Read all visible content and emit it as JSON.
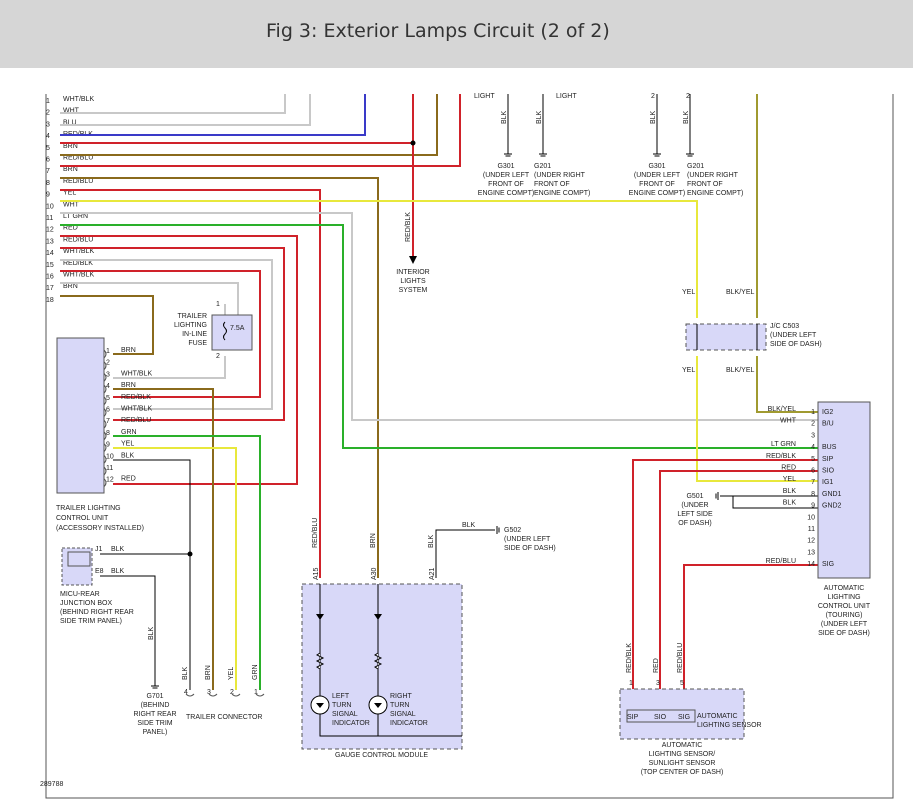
{
  "title": "Fig 3: Exterior Lamps Circuit (2 of 2)",
  "figure_number": "289788",
  "colors": {
    "red": "#d0222a",
    "brown": "#8a6a1c",
    "white": "#c8c8c8",
    "blue": "#3a3ac8",
    "yellow": "#e8e83c",
    "green": "#2ab02a",
    "black": "#000000",
    "olive": "#a09a30",
    "component_fill": "#d8d8f8"
  },
  "top_wires": [
    {
      "n": "1",
      "label": "WHT/BLK"
    },
    {
      "n": "2",
      "label": "WHT"
    },
    {
      "n": "3",
      "label": "BLU"
    },
    {
      "n": "4",
      "label": "RED/BLK"
    },
    {
      "n": "5",
      "label": "BRN"
    },
    {
      "n": "6",
      "label": "RED/BLU"
    },
    {
      "n": "7",
      "label": "BRN"
    },
    {
      "n": "8",
      "label": "RED/BLU"
    },
    {
      "n": "9",
      "label": "YEL"
    },
    {
      "n": "10",
      "label": "WHT"
    },
    {
      "n": "11",
      "label": "LT GRN"
    },
    {
      "n": "12",
      "label": "RED"
    },
    {
      "n": "13",
      "label": "RED/BLU"
    },
    {
      "n": "14",
      "label": "WHT/BLK"
    },
    {
      "n": "15",
      "label": "RED/BLK"
    },
    {
      "n": "16",
      "label": "WHT/BLK"
    },
    {
      "n": "17",
      "label": "BRN"
    },
    {
      "n": "18",
      "label": ""
    }
  ],
  "grounds_top": {
    "light1": "LIGHT",
    "light2": "LIGHT",
    "blk": "BLK",
    "g301a": [
      "G301",
      "(UNDER LEFT",
      "FRONT OF",
      "ENGINE COMPT)"
    ],
    "g201a": [
      "G201",
      "(UNDER RIGHT",
      "FRONT OF",
      "ENGINE COMPT)"
    ],
    "g301b": [
      "G301",
      "(UNDER LEFT",
      "FRONT OF",
      "ENGINE COMPT)"
    ],
    "g201b": [
      "G201",
      "(UNDER RIGHT",
      "FRONT OF",
      "ENGINE COMPT)"
    ],
    "pin2": "2"
  },
  "interior": {
    "wire": "RED/BLK",
    "label": [
      "INTERIOR",
      "LIGHTS",
      "SYSTEM"
    ]
  },
  "fuse": {
    "label": [
      "TRAILER",
      "LIGHTING",
      "IN-LINE",
      "FUSE"
    ],
    "rating": "7.5A",
    "pin1": "1",
    "pin2": "2"
  },
  "tlcu": {
    "label": [
      "TRAILER LIGHTING",
      "CONTROL UNIT",
      "(ACCESSORY INSTALLED)"
    ],
    "pins": [
      {
        "n": "1",
        "label": "BRN"
      },
      {
        "n": "2",
        "label": ""
      },
      {
        "n": "3",
        "label": "WHT/BLK"
      },
      {
        "n": "4",
        "label": "BRN"
      },
      {
        "n": "5",
        "label": "RED/BLK"
      },
      {
        "n": "6",
        "label": "WHT/BLK"
      },
      {
        "n": "7",
        "label": "RED/BLU"
      },
      {
        "n": "8",
        "label": "GRN"
      },
      {
        "n": "9",
        "label": "YEL"
      },
      {
        "n": "10",
        "label": "BLK"
      },
      {
        "n": "11",
        "label": ""
      },
      {
        "n": "12",
        "label": "RED"
      }
    ]
  },
  "micu": {
    "label": [
      "MICU-REAR",
      "JUNCTION BOX",
      "(BEHIND RIGHT REAR",
      "SIDE TRIM PANEL)"
    ],
    "j1": "J1",
    "e8": "E8",
    "j1_wire": "BLK",
    "e8_wire": "BLK",
    "down_wire": "BLK"
  },
  "g701": [
    "G701",
    "(BEHIND",
    "RIGHT REAR",
    "SIDE TRIM",
    "PANEL)"
  ],
  "trailer_connector": {
    "label": "TRAILER CONNECTOR",
    "wires": [
      {
        "n": "4",
        "label": "BLK"
      },
      {
        "n": "3",
        "label": "BRN"
      },
      {
        "n": "2",
        "label": "YEL"
      },
      {
        "n": "1",
        "label": "GRN"
      }
    ]
  },
  "gauge": {
    "label": "GAUGE CONTROL MODULE",
    "wires": [
      {
        "pin": "A15",
        "label": "RED/BLU"
      },
      {
        "pin": "A30",
        "label": "BRN"
      },
      {
        "pin": "A21",
        "label": "BLK"
      }
    ],
    "left": [
      "LEFT",
      "TURN",
      "SIGNAL",
      "INDICATOR"
    ],
    "right": [
      "RIGHT",
      "TURN",
      "SIGNAL",
      "INDICATOR"
    ],
    "ground_wire": "BLK",
    "g502": [
      "G502",
      "(UNDER LEFT",
      "SIDE OF DASH)"
    ]
  },
  "jc503": {
    "label": [
      "J/C C503",
      "(UNDER LEFT",
      "SIDE OF DASH)"
    ],
    "yel": "YEL",
    "blkyel": "BLK/YEL"
  },
  "alcu": {
    "label": [
      "AUTOMATIC",
      "LIGHTING",
      "CONTROL UNIT",
      "(TOURING)",
      "(UNDER LEFT",
      "SIDE OF DASH)"
    ],
    "pins": [
      {
        "n": "1",
        "wire": "BLK/YEL",
        "pin": "IG2"
      },
      {
        "n": "2",
        "wire": "WHT",
        "pin": "B/U"
      },
      {
        "n": "3",
        "wire": "",
        "pin": ""
      },
      {
        "n": "4",
        "wire": "LT GRN",
        "pin": "BUS"
      },
      {
        "n": "5",
        "wire": "RED/BLK",
        "pin": "SIP"
      },
      {
        "n": "6",
        "wire": "RED",
        "pin": "SIO"
      },
      {
        "n": "7",
        "wire": "YEL",
        "pin": "IG1"
      },
      {
        "n": "8",
        "wire": "BLK",
        "pin": "GND1"
      },
      {
        "n": "9",
        "wire": "BLK",
        "pin": "GND2"
      },
      {
        "n": "10",
        "wire": "",
        "pin": ""
      },
      {
        "n": "11",
        "wire": "",
        "pin": ""
      },
      {
        "n": "12",
        "wire": "",
        "pin": ""
      },
      {
        "n": "13",
        "wire": "",
        "pin": ""
      },
      {
        "n": "14",
        "wire": "RED/BLU",
        "pin": "SIG"
      }
    ],
    "g501": [
      "G501",
      "(UNDER",
      "LEFT SIDE",
      "OF DASH)"
    ]
  },
  "sensor": {
    "label": [
      "AUTOMATIC",
      "LIGHTING SENSOR"
    ],
    "sub": [
      "AUTOMATIC",
      "LIGHTING SENSOR/",
      "SUNLIGHT SENSOR",
      "(TOP CENTER OF DASH)"
    ],
    "pins": [
      {
        "n": "1",
        "wire": "RED/BLK",
        "pin": "SIP"
      },
      {
        "n": "3",
        "wire": "RED",
        "pin": "SIO"
      },
      {
        "n": "5",
        "wire": "RED/BLU",
        "pin": "SIG"
      }
    ]
  }
}
